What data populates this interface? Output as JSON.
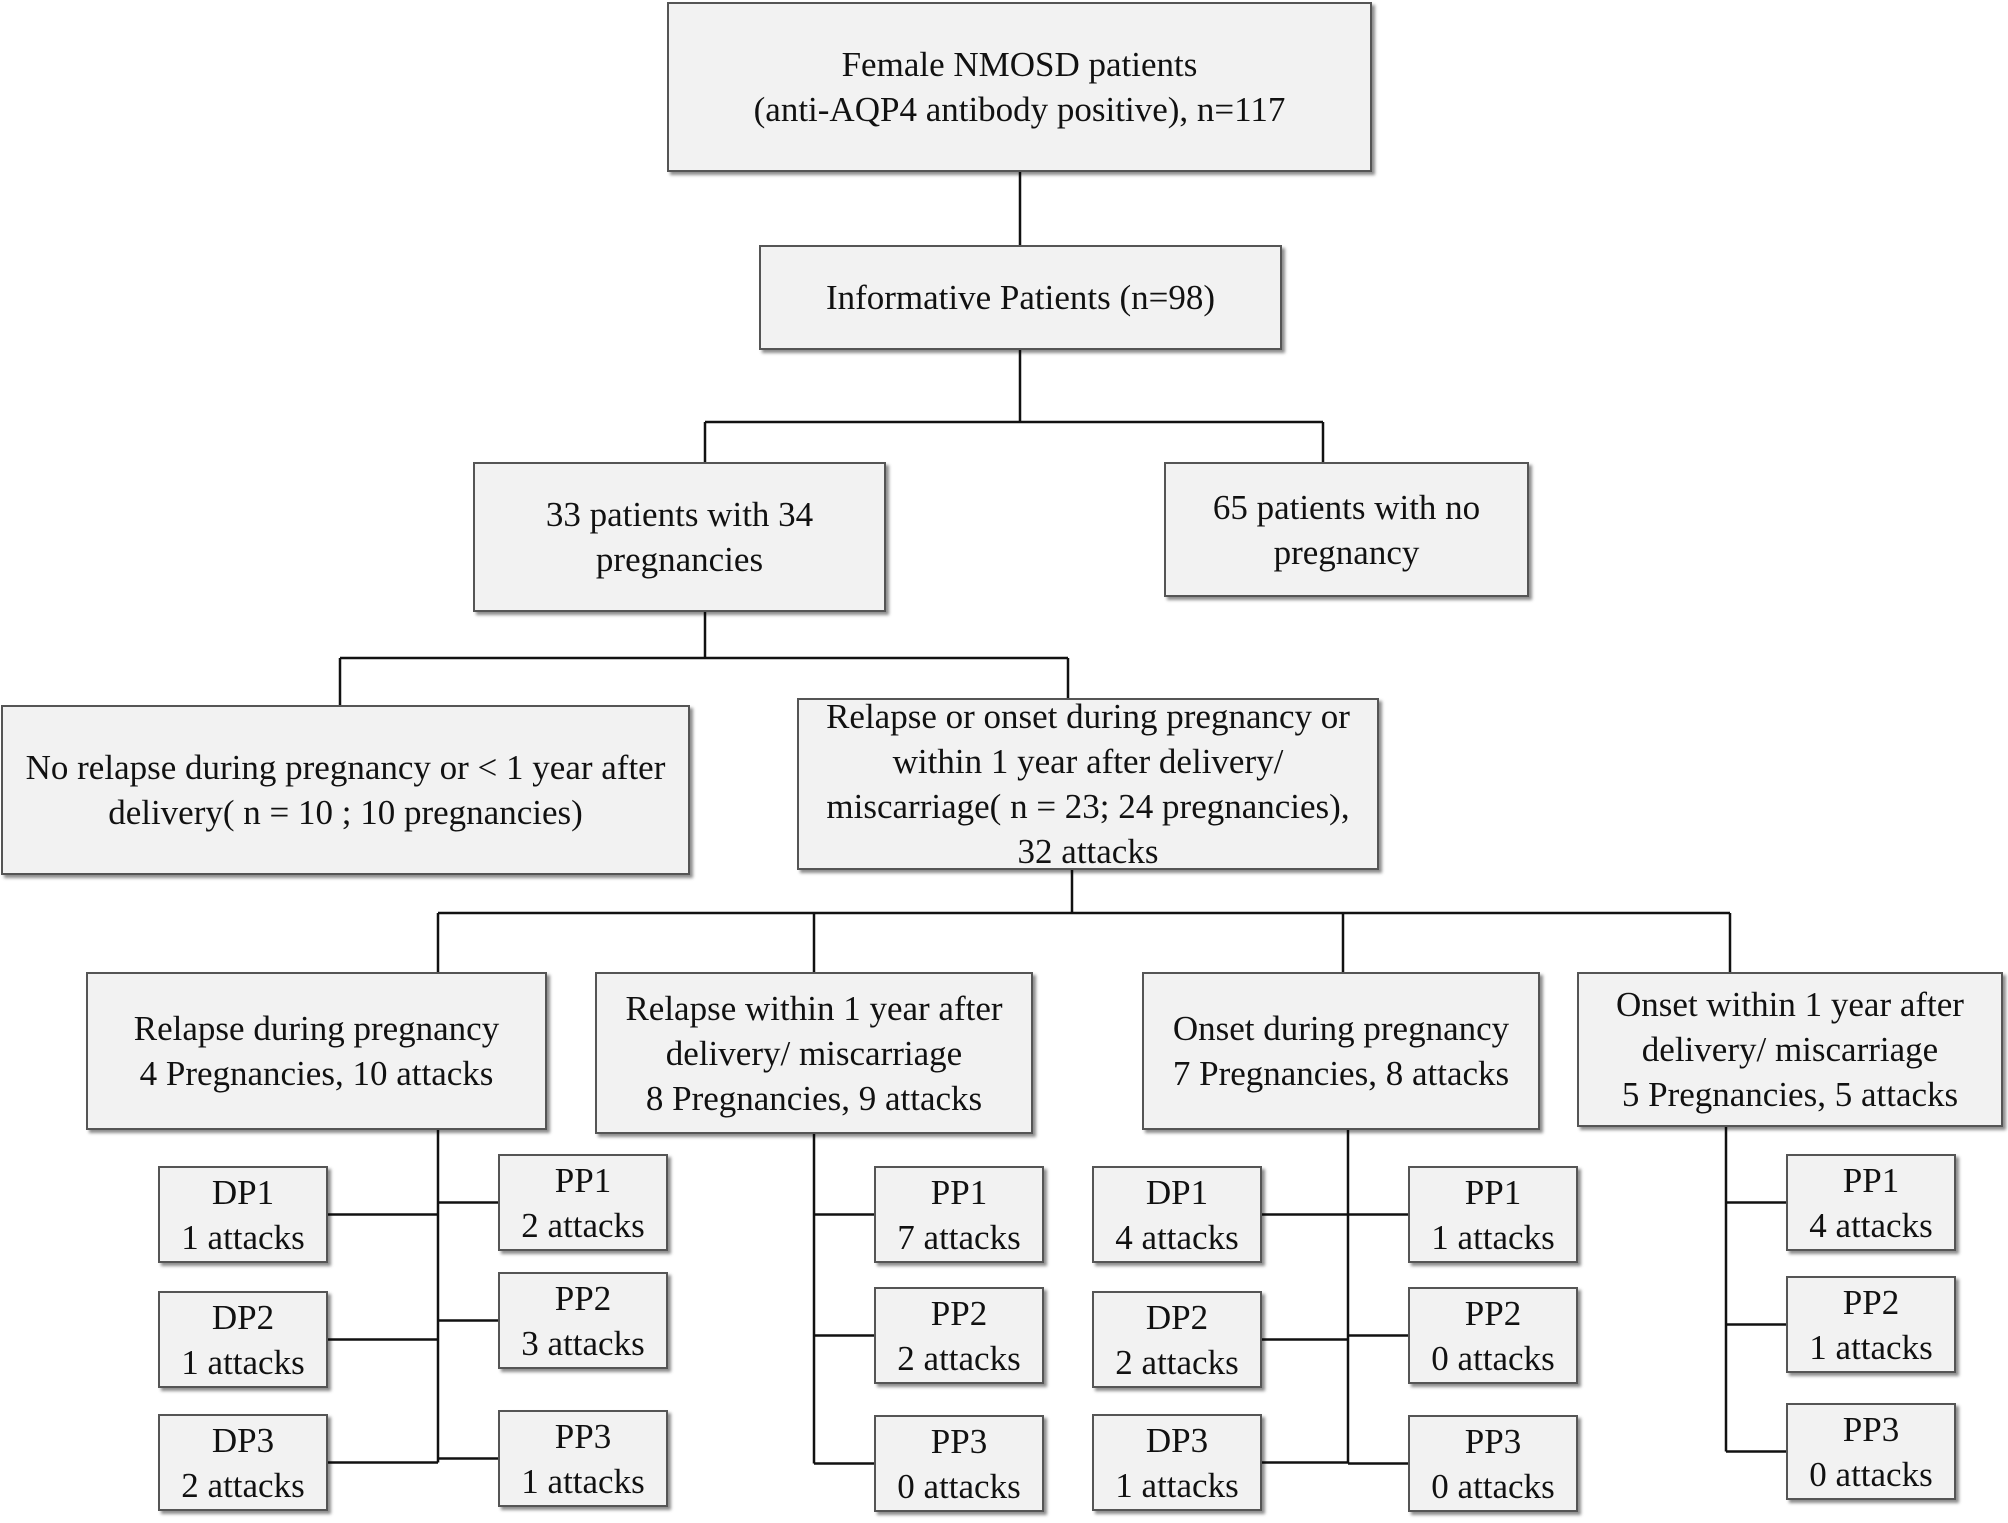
{
  "top": [
    "Female NMOSD patients",
    "(anti-AQP4 antibody positive), n=117"
  ],
  "informative": [
    "Informative Patients (n=98)"
  ],
  "pregnant": [
    "33 patients with 34",
    "pregnancies"
  ],
  "no_pregnancy": [
    "65 patients with no",
    "pregnancy"
  ],
  "no_relapse": [
    "No relapse during pregnancy or < 1 year after",
    "delivery( n = 10 ; 10 pregnancies)"
  ],
  "relapse_onset": [
    "Relapse or onset during pregnancy or",
    "within 1 year after delivery/",
    "miscarriage( n = 23; 24 pregnancies),",
    "32 attacks"
  ],
  "groups": [
    {
      "title": [
        "Relapse during pregnancy",
        "4 Pregnancies, 10 attacks"
      ],
      "dp": [
        [
          "DP1",
          "1  attacks"
        ],
        [
          "DP2",
          "1 attacks"
        ],
        [
          "DP3",
          "2  attacks"
        ]
      ],
      "pp": [
        [
          "PP1",
          "2 attacks"
        ],
        [
          "PP2",
          "3 attacks"
        ],
        [
          "PP3",
          "1 attacks"
        ]
      ]
    },
    {
      "title": [
        "Relapse within 1 year after",
        "delivery/ miscarriage",
        "8 Pregnancies, 9 attacks"
      ],
      "dp": [],
      "pp": [
        [
          "PP1",
          "7 attacks"
        ],
        [
          "PP2",
          "2 attacks"
        ],
        [
          "PP3",
          "0 attacks"
        ]
      ]
    },
    {
      "title": [
        "Onset during pregnancy",
        "7 Pregnancies, 8 attacks"
      ],
      "dp": [
        [
          "DP1",
          "4 attacks"
        ],
        [
          "DP2",
          "2 attacks"
        ],
        [
          "DP3",
          "1 attacks"
        ]
      ],
      "pp": [
        [
          "PP1",
          "1 attacks"
        ],
        [
          "PP2",
          "0 attacks"
        ],
        [
          "PP3",
          "0 attacks"
        ]
      ]
    },
    {
      "title": [
        "Onset within 1 year after",
        "delivery/ miscarriage",
        "5 Pregnancies, 5 attacks"
      ],
      "dp": [],
      "pp": [
        [
          "PP1",
          "4 attacks"
        ],
        [
          "PP2",
          "1 attacks"
        ],
        [
          "PP3",
          "0 attacks"
        ]
      ]
    }
  ]
}
